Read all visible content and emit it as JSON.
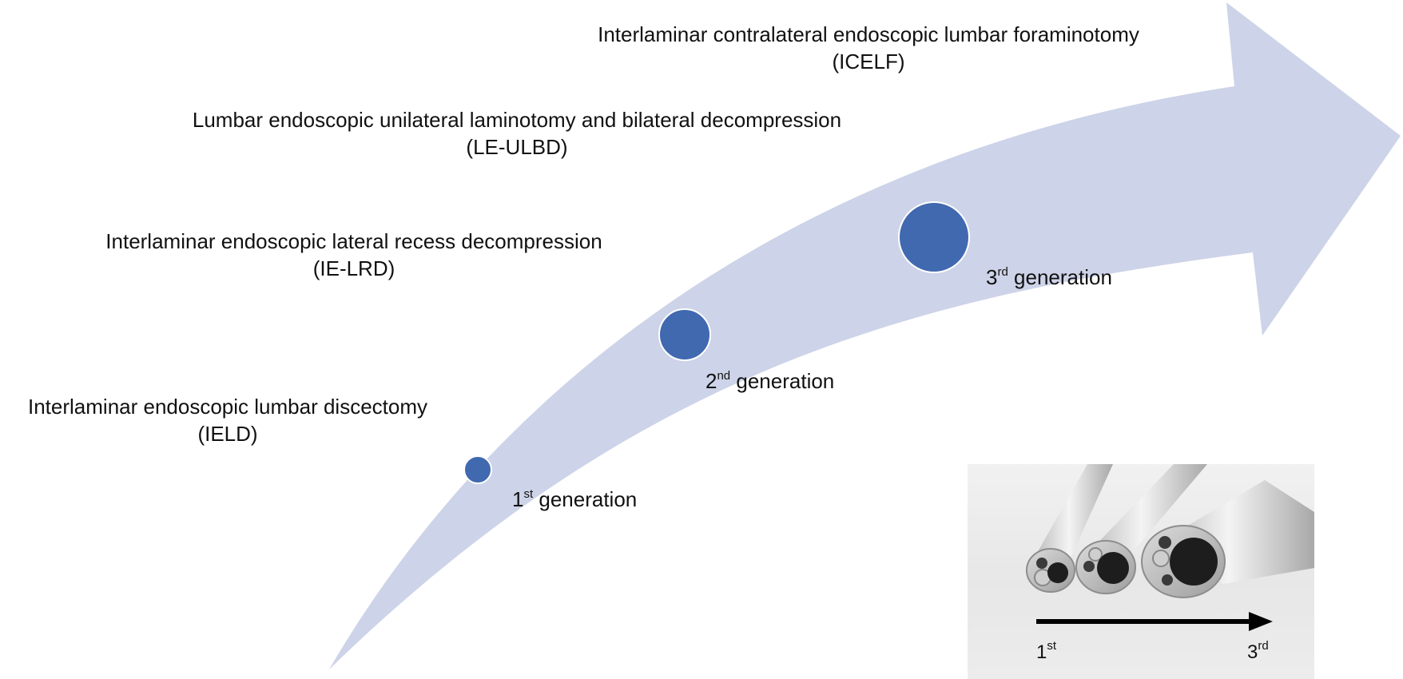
{
  "techniques": [
    {
      "name": "Interlaminar contralateral endoscopic lumbar foraminotomy",
      "abbr": "(ICELF)"
    },
    {
      "name": "Lumbar endoscopic unilateral laminotomy and bilateral decompression",
      "abbr": "(LE-ULBD)"
    },
    {
      "name": "Interlaminar endoscopic lateral recess decompression",
      "abbr": "(IE-LRD)"
    },
    {
      "name": "Interlaminar endoscopic lumbar discectomy",
      "abbr": "(IELD)"
    }
  ],
  "generations": [
    {
      "num": "1",
      "sup": "st",
      "word": "generation"
    },
    {
      "num": "2",
      "sup": "nd",
      "word": "generation"
    },
    {
      "num": "3",
      "sup": "rd",
      "word": "generation"
    }
  ],
  "photo": {
    "start_num": "1",
    "start_sup": "st",
    "end_num": "3",
    "end_sup": "rd"
  },
  "colors": {
    "arrow": "#cdd3e8",
    "dot": "#4169b0"
  }
}
